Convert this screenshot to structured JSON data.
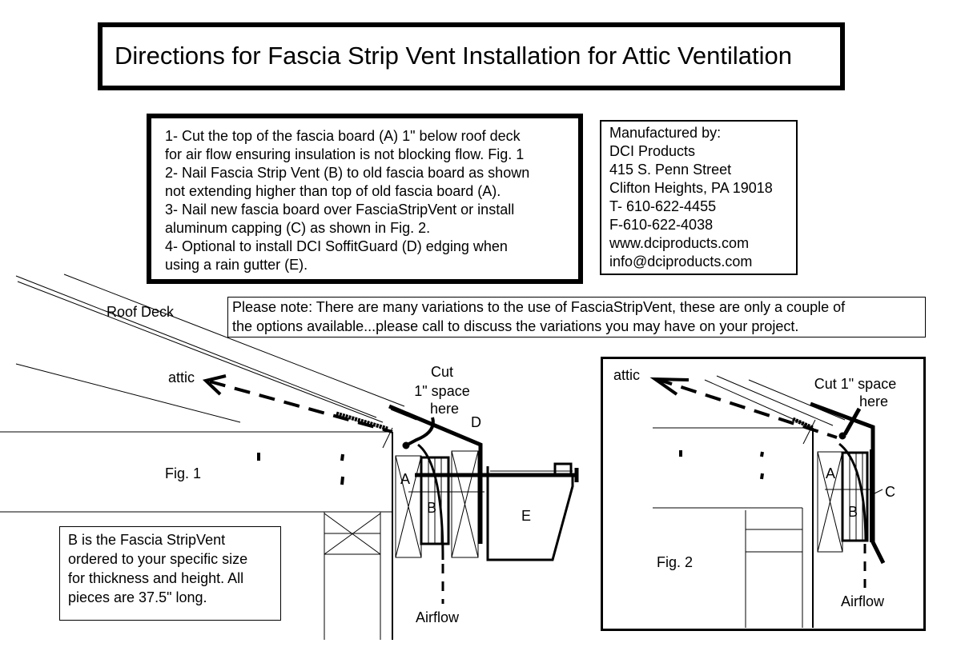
{
  "title": "Directions for Fascia Strip Vent Installation for Attic Ventilation",
  "steps": [
    "1- Cut the top of the fascia board (A) 1\" below roof deck",
    "for air flow ensuring insulation is not blocking flow. Fig. 1",
    "2- Nail Fascia Strip Vent (B) to old fascia board as shown",
    "not extending higher than top of old fascia board (A).",
    "3- Nail new fascia board over FasciaStripVent or install",
    "aluminum capping (C) as shown in Fig. 2.",
    "4- Optional to install DCI SoffitGuard (D) edging when",
    "using a rain gutter (E)."
  ],
  "manufacturer": [
    "Manufactured by:",
    "DCI Products",
    "415 S. Penn Street",
    "Clifton Heights, PA 19018",
    "T- 610-622-4455",
    "F-610-622-4038",
    "www.dciproducts.com",
    "info@dciproducts.com"
  ],
  "note": [
    "Please note: There are many variations to the use of FasciaStripVent, these are only a couple of",
    "the options available...please call to discuss the variations you may have on your project."
  ],
  "b_note": [
    "B is the Fascia StripVent",
    "ordered to your specific size",
    "for thickness and height. All",
    "pieces are 37.5\" long."
  ],
  "fig1": {
    "roof_deck": "Roof Deck",
    "attic": "attic",
    "cut": [
      "Cut",
      "1\" space",
      "here"
    ],
    "label_d": "D",
    "fig_label": "Fig. 1",
    "label_a": "A",
    "label_b": "B",
    "label_e": "E",
    "airflow": "Airflow"
  },
  "fig2": {
    "attic": "attic",
    "cut": [
      "Cut 1\" space",
      "here"
    ],
    "label_a": "A",
    "label_b": "B",
    "label_c": "C",
    "fig_label": "Fig. 2",
    "airflow": "Airflow"
  }
}
